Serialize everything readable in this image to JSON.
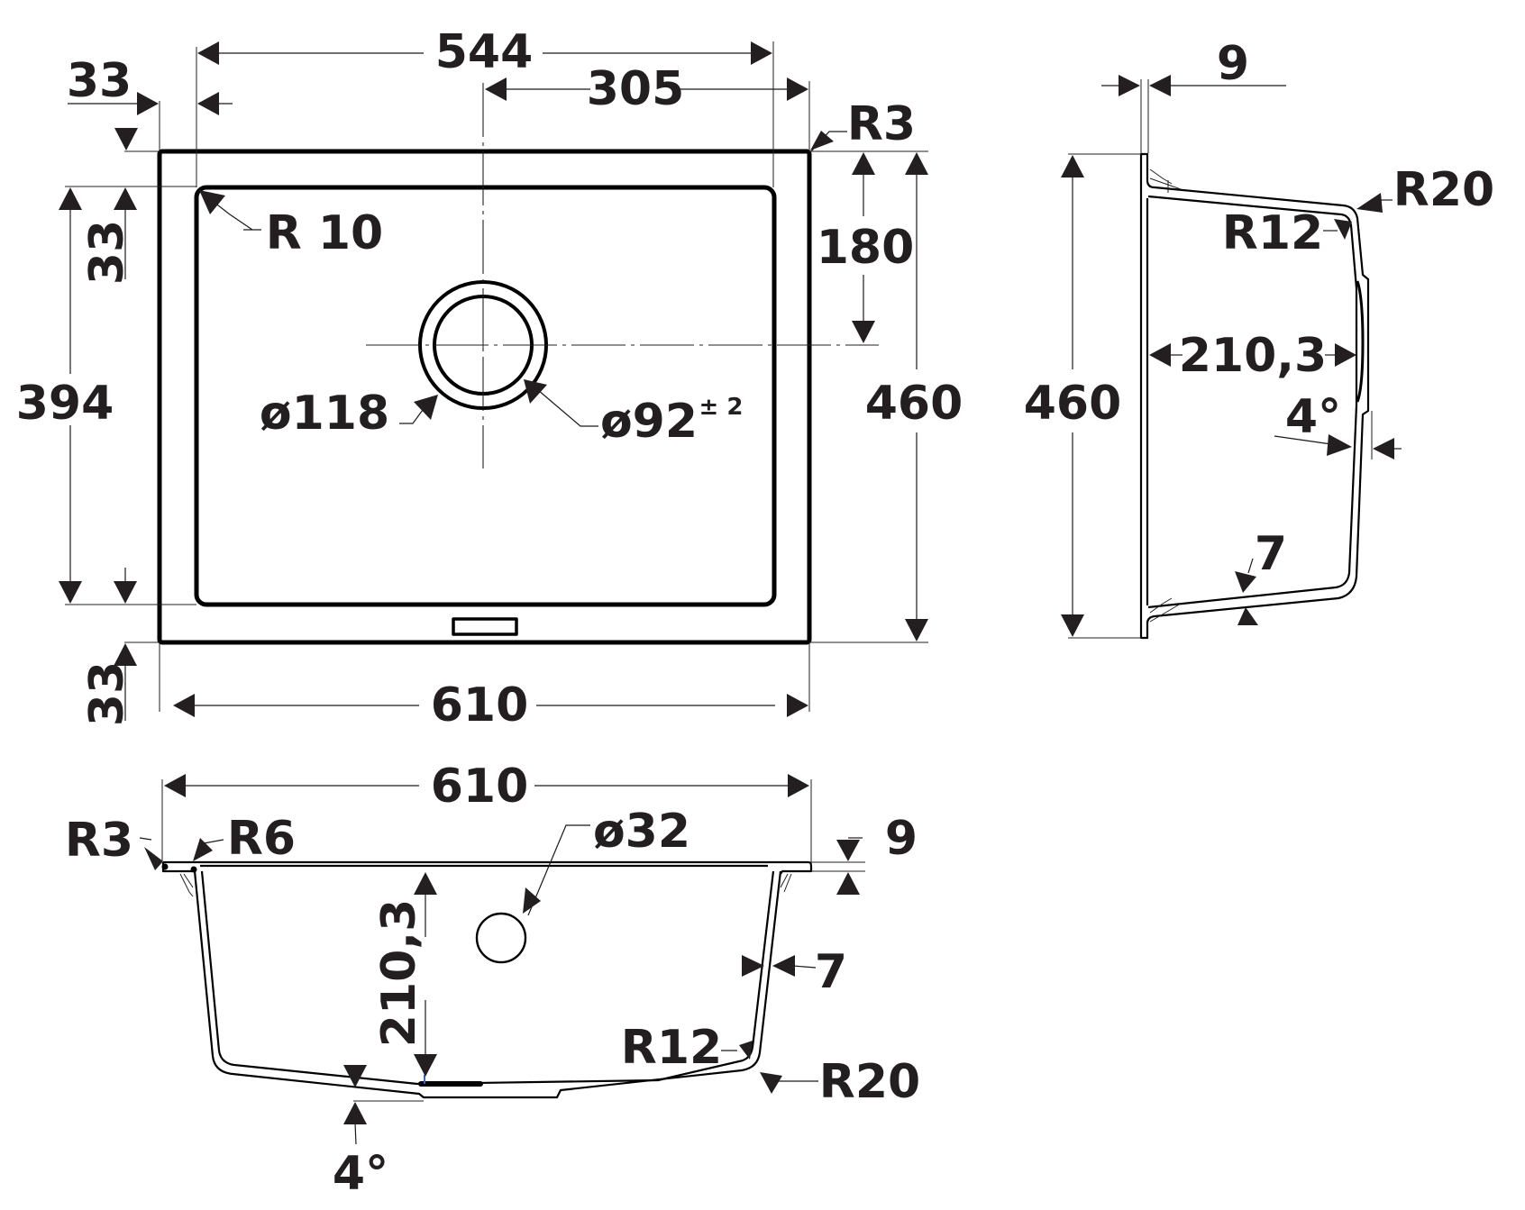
{
  "drawing": {
    "title": "Undermount sink technical drawing",
    "units": "mm",
    "colors": {
      "line": "#000000",
      "text": "#231f20",
      "marker": "#2a6bc4",
      "background": "#ffffff"
    }
  },
  "plan_view": {
    "overall_width": "610",
    "bowl_width": "544",
    "drain_offset_x": "305",
    "left_rim": "33",
    "overall_depth": "460",
    "bowl_depth": "394",
    "top_rim": "33",
    "bottom_rim": "33",
    "drain_offset_y": "180",
    "outer_radius": "R3",
    "bowl_radius": "R 10",
    "drain_outer_diameter": "ø118",
    "drain_inner_diameter": "ø92",
    "drain_tolerance": "± 2"
  },
  "side_view": {
    "flange": "9",
    "overall_depth": "460",
    "bowl_height": "210,3",
    "outer_radius": "R20",
    "inner_radius": "R12",
    "wall_angle": "4°",
    "wall_thickness": "7"
  },
  "front_view": {
    "overall_width": "610",
    "outer_radius": "R3",
    "rim_radius": "R6",
    "overflow_diameter": "ø32",
    "flange": "9",
    "bowl_height": "210,3",
    "wall_thickness": "7",
    "inner_radius": "R12",
    "outer_radius_bottom": "R20",
    "bottom_angle": "4°"
  }
}
